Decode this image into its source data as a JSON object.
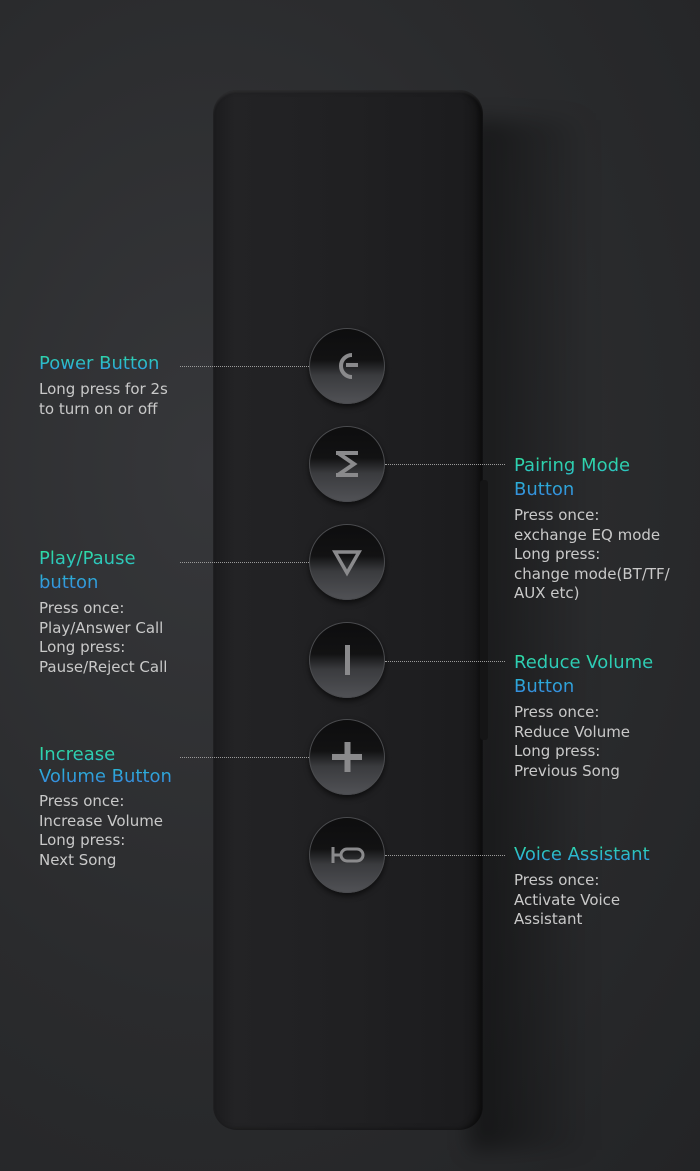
{
  "callouts": [
    {
      "title": [
        "Power Button"
      ],
      "desc": [
        "Long press for 2s",
        "to turn on or off"
      ],
      "icon": "power-icon"
    },
    {
      "title": [
        "Pairing Mode",
        "Button"
      ],
      "desc": [
        "Press once:",
        "exchange EQ mode",
        "Long press:",
        "change mode(BT/TF/",
        "AUX etc)"
      ],
      "icon": "mode-m-icon"
    },
    {
      "title": [
        "Play/Pause",
        "button"
      ],
      "desc": [
        "Press once:",
        "Play/Answer Call",
        "Long press:",
        "Pause/Reject Call"
      ],
      "icon": "play-triangle-icon"
    },
    {
      "title": [
        "Reduce Volume",
        "Button"
      ],
      "desc": [
        "Press once:",
        "Reduce Volume",
        "Long press:",
        "Previous Song"
      ],
      "icon": "minus-icon"
    },
    {
      "title": [
        "Increase",
        "Volume Button"
      ],
      "desc": [
        "Press once:",
        "Increase Volume",
        "Long press:",
        "Next Song"
      ],
      "icon": "plus-icon"
    },
    {
      "title": [
        "Voice Assistant"
      ],
      "desc": [
        "Press once:",
        "Activate Voice",
        "Assistant"
      ],
      "icon": "voice-assistant-icon"
    }
  ],
  "colors": {
    "title_gradient_start": "#2fe39a",
    "title_gradient_end": "#3b7ce0",
    "desc": "#c9c9c9"
  }
}
